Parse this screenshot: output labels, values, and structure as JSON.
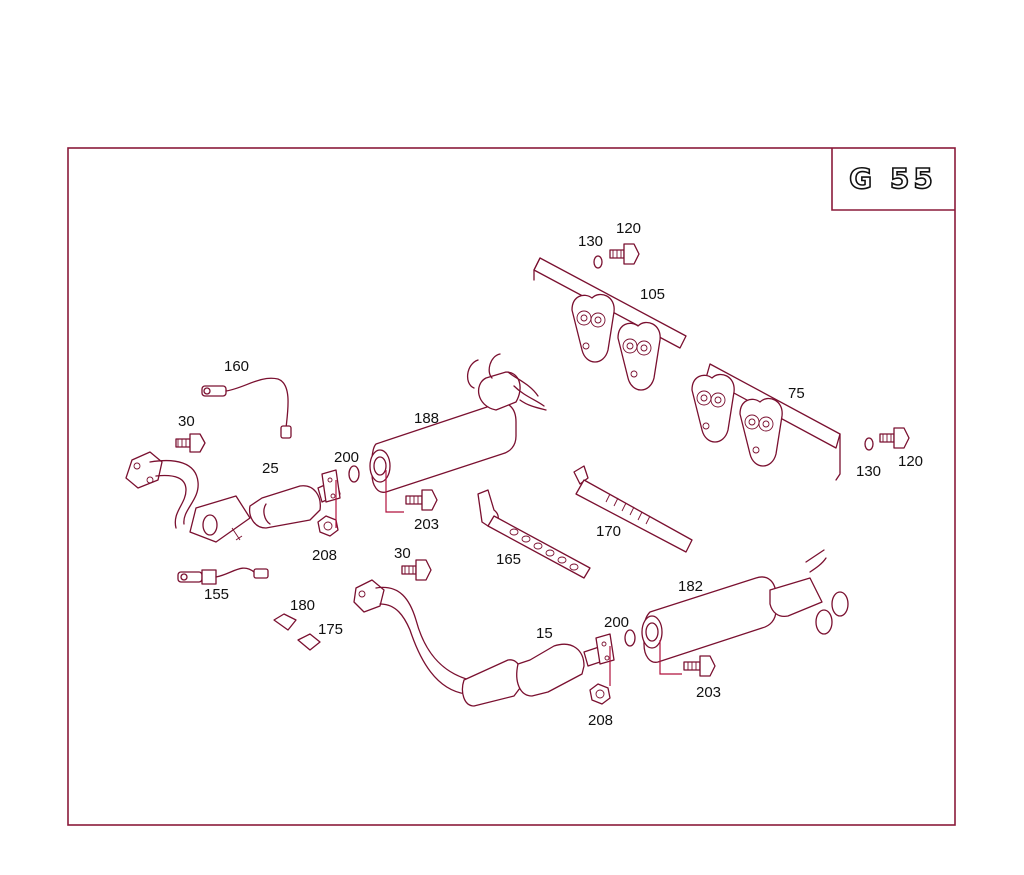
{
  "model_label": "G 55",
  "callouts": [
    {
      "id": "160"
    },
    {
      "id": "30"
    },
    {
      "id": "25"
    },
    {
      "id": "200"
    },
    {
      "id": "188"
    },
    {
      "id": "203"
    },
    {
      "id": "208"
    },
    {
      "id": "130"
    },
    {
      "id": "120"
    },
    {
      "id": "105"
    },
    {
      "id": "75"
    },
    {
      "id": "130"
    },
    {
      "id": "120"
    },
    {
      "id": "165"
    },
    {
      "id": "170"
    },
    {
      "id": "155"
    },
    {
      "id": "180"
    },
    {
      "id": "175"
    },
    {
      "id": "30"
    },
    {
      "id": "15"
    },
    {
      "id": "200"
    },
    {
      "id": "182"
    },
    {
      "id": "203"
    },
    {
      "id": "208"
    }
  ]
}
